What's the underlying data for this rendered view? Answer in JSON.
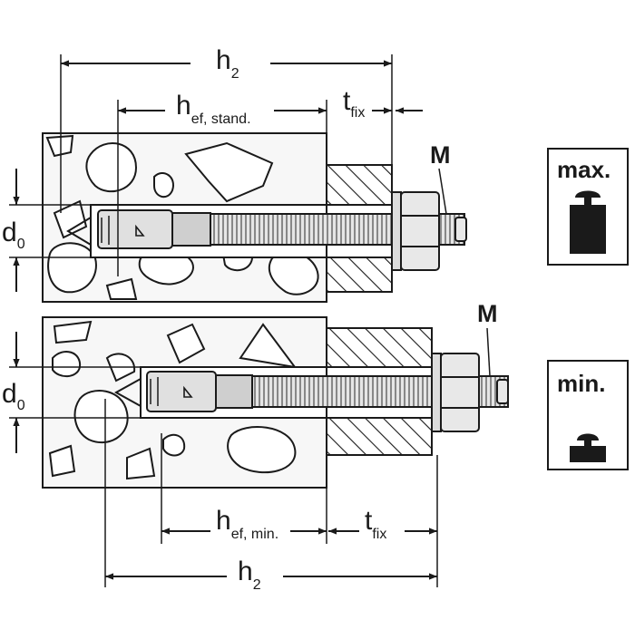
{
  "top_assembly": {
    "overall_depth": {
      "main": "h",
      "sub": "2"
    },
    "anchorage_depth": {
      "main": "h",
      "sub": "ef, stand."
    },
    "fixture_thickness": {
      "main": "t",
      "sub": "fix"
    },
    "drill_diameter": {
      "main": "d",
      "sub": "0"
    },
    "thread": "M"
  },
  "bottom_assembly": {
    "overall_depth": {
      "main": "h",
      "sub": "2"
    },
    "anchorage_depth": {
      "main": "h",
      "sub": "ef, min."
    },
    "fixture_thickness": {
      "main": "t",
      "sub": "fix"
    },
    "drill_diameter": {
      "main": "d",
      "sub": "0"
    },
    "thread": "M"
  },
  "legend": {
    "max_label": "max.",
    "min_label": "min.",
    "weight_icon": "weight-icon"
  },
  "colors": {
    "ink": "#1a1a1a",
    "concrete": "#f5f5f5",
    "bolt": "#dcdcdc",
    "weight": "#1a1a1a"
  }
}
